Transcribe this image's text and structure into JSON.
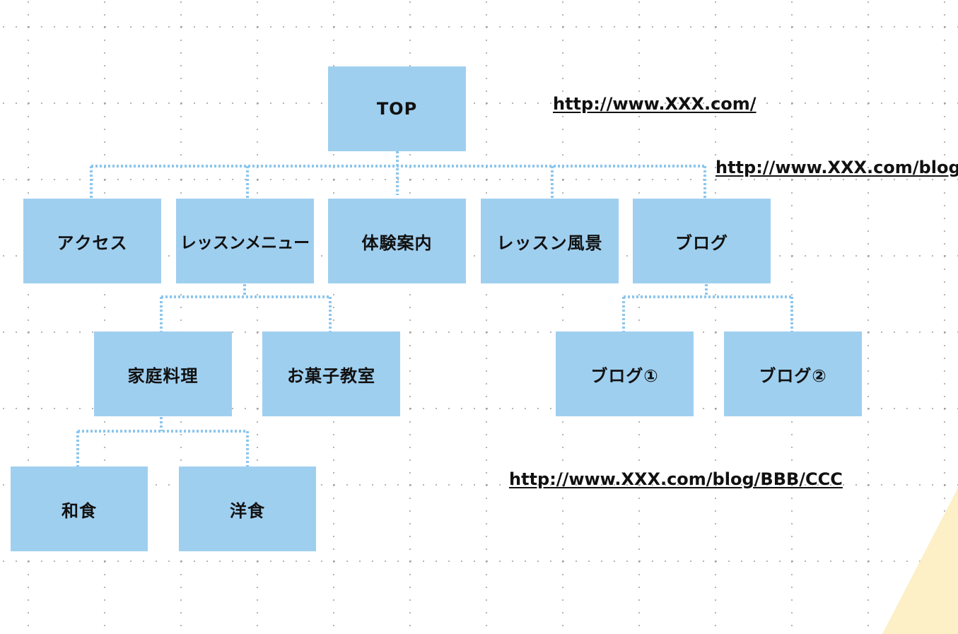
{
  "nodes": {
    "top": "TOP",
    "access": "アクセス",
    "lesson_menu": "レッスンメニュー",
    "trial": "体験案内",
    "lesson_scene": "レッスン風景",
    "blog": "ブログ",
    "home_cooking": "家庭料理",
    "sweets_class": "お菓子教室",
    "blog1": "ブログ①",
    "blog2": "ブログ②",
    "japanese_food": "和食",
    "western_food": "洋食"
  },
  "urls": {
    "root": "http://www.XXX.com/",
    "blog": "http://www.XXX.com/blog",
    "blog_deep": "http://www.XXX.com/blog/BBB/CCC"
  },
  "colors": {
    "node_fill": "#9fcfef",
    "connector": "#8cc6ec",
    "decoration": "#fdefc6"
  }
}
